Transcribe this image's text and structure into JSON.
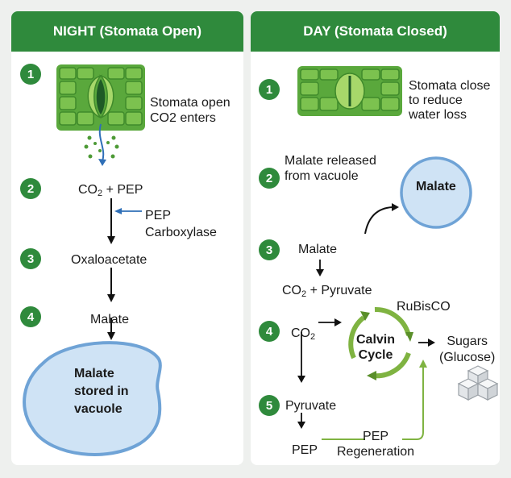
{
  "night": {
    "header": "NIGHT (Stomata Open)",
    "step1": {
      "num": "1",
      "line1": "Stomata open",
      "line2": "CO2 enters"
    },
    "step2": {
      "num": "2",
      "co": "CO",
      "sub": "2",
      "rest": " + PEP"
    },
    "enzyme": {
      "line1": "PEP",
      "line2": "Carboxylase"
    },
    "step3": {
      "num": "3",
      "label": "Oxaloacetate"
    },
    "step4": {
      "num": "4",
      "label": "Malate"
    },
    "vacuole": {
      "line1": "Malate",
      "line2": "stored in",
      "line3": "vacuole"
    }
  },
  "day": {
    "header": "DAY (Stomata Closed)",
    "step1": {
      "num": "1",
      "line1": "Stomata close",
      "line2": "to reduce",
      "line3": "water loss"
    },
    "step2": {
      "num": "2",
      "line1": "Malate released",
      "line2": "from vacuole"
    },
    "vacuole_label": "Malate",
    "step3": {
      "num": "3",
      "label": "Malate",
      "co": "CO",
      "sub": "2",
      "rest": " + Pyruvate"
    },
    "step4": {
      "num": "4",
      "co": "CO",
      "sub": "2"
    },
    "rubisco": "RuBisCO",
    "calvin": {
      "line1": "Calvin",
      "line2": "Cycle"
    },
    "sugars": {
      "line1": "Sugars",
      "line2": "(Glucose)"
    },
    "step5": {
      "num": "5",
      "label": "Pyruvate"
    },
    "pep": "PEP",
    "regen": {
      "line1": "PEP",
      "line2": "Regeneration"
    }
  },
  "colors": {
    "header_green": "#2f8a3c",
    "leaf_green": "#5aa83c",
    "vacuole_fill": "#cfe3f5",
    "vacuole_stroke": "#6fa3d6",
    "cycle_green": "#7fb341",
    "co2_arrow_blue": "#2f6fb7"
  }
}
